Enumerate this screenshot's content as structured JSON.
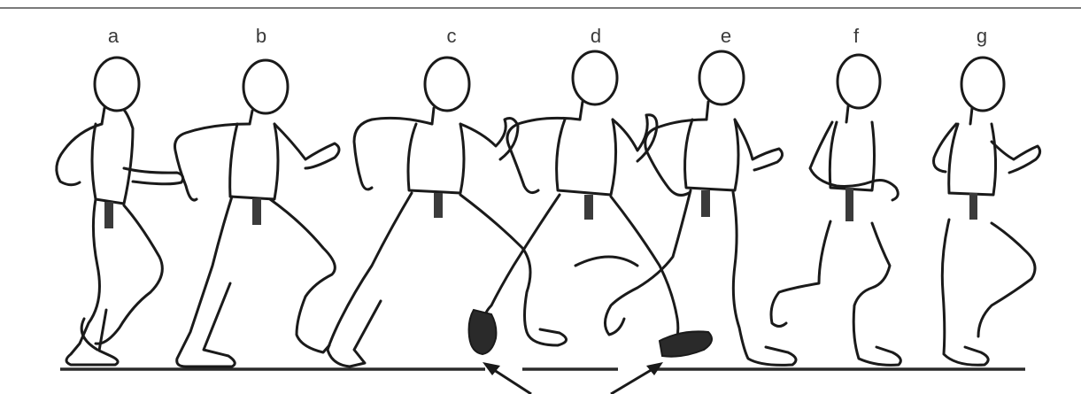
{
  "figure": {
    "frames": [
      {
        "label": "a"
      },
      {
        "label": "b"
      },
      {
        "label": "c"
      },
      {
        "label": "d"
      },
      {
        "label": "e"
      },
      {
        "label": "f"
      },
      {
        "label": "g"
      }
    ]
  }
}
